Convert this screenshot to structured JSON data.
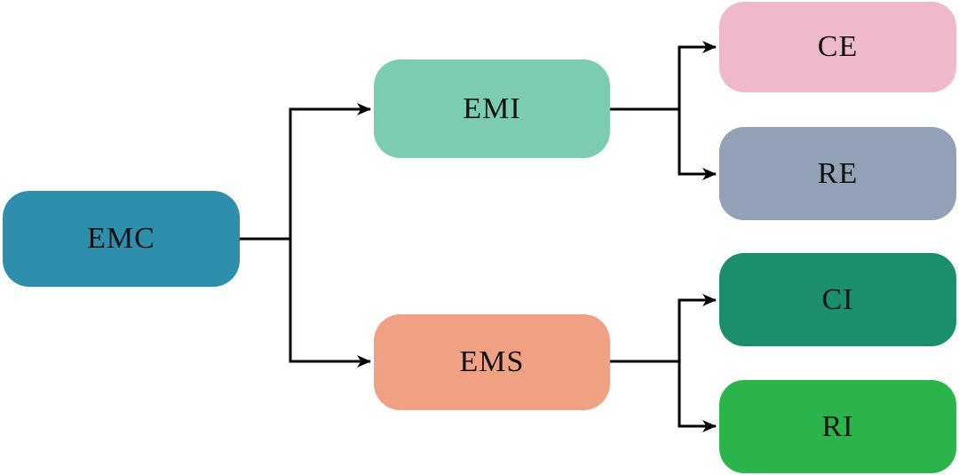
{
  "diagram": {
    "type": "tree",
    "nodes": [
      {
        "id": "emc",
        "label": "EMC",
        "color": "#2d8fac"
      },
      {
        "id": "emi",
        "label": "EMI",
        "color": "#7bccb0"
      },
      {
        "id": "ems",
        "label": "EMS",
        "color": "#f0a184"
      },
      {
        "id": "ce",
        "label": "CE",
        "color": "#eebac9"
      },
      {
        "id": "re",
        "label": "RE",
        "color": "#92a1b5"
      },
      {
        "id": "ci",
        "label": "CI",
        "color": "#1b8e6d"
      },
      {
        "id": "ri",
        "label": "RI",
        "color": "#2bb44c"
      }
    ],
    "edges": [
      {
        "from": "EMC",
        "to": "EMI"
      },
      {
        "from": "EMC",
        "to": "EMS"
      },
      {
        "from": "EMI",
        "to": "CE"
      },
      {
        "from": "EMI",
        "to": "RE"
      },
      {
        "from": "EMS",
        "to": "CI"
      },
      {
        "from": "EMS",
        "to": "RI"
      }
    ],
    "edge_color": "#000000",
    "background_color": "#ffffff"
  }
}
